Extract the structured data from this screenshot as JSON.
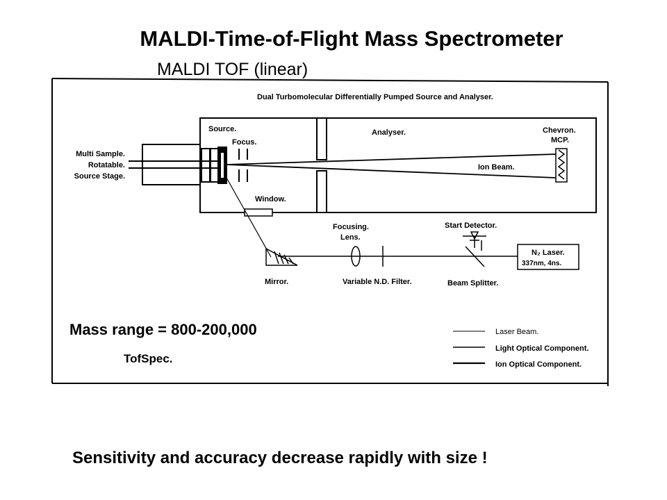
{
  "slide": {
    "title": "MALDI-Time-of-Flight Mass Spectrometer",
    "subtitle": "MALDI TOF  (linear)",
    "footer": "Sensitivity and accuracy decrease rapidly with size !"
  },
  "diagram": {
    "header": "Dual Turbomolecular Differentially Pumped Source and Analyser.",
    "source": "Source.",
    "focus": "Focus.",
    "analyser": "Analyser.",
    "chevron_1": "Chevron.",
    "chevron_2": "MCP.",
    "ion_beam": "Ion Beam.",
    "stage_1": "Multi Sample.",
    "stage_2": "Rotatable.",
    "stage_3": "Source Stage.",
    "window": "Window.",
    "focusing_1": "Focusing.",
    "focusing_2": "Lens.",
    "start_detector": "Start Detector.",
    "laser_1": "N₂ Laser.",
    "laser_2": "337nm, 4ns.",
    "mirror": "Mirror.",
    "nd_filter": "Variable N.D. Filter.",
    "beam_splitter": "Beam Splitter.",
    "mass_range": "Mass range = 800-200,000",
    "tofspec": "TofSpec.",
    "legend": {
      "laser_beam": "Laser Beam.",
      "light_optical": "Light Optical Component.",
      "ion_optical": "Ion Optical Component."
    }
  }
}
